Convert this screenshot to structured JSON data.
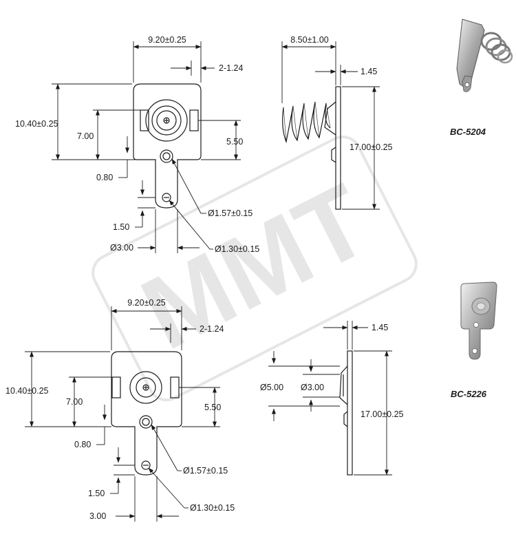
{
  "watermark": "MMT",
  "colors": {
    "line": "#1a1a1a",
    "watermark": "#e6e6e6"
  },
  "products": [
    {
      "caption": "BC-5204",
      "icon": "spring-battery-contact-icon"
    },
    {
      "caption": "BC-5226",
      "icon": "button-battery-contact-icon"
    }
  ],
  "top_drawing": {
    "front": {
      "width": "9.20±0.25",
      "offset": "2-1.24",
      "height": "10.40±0.25",
      "center_height": "7.00",
      "side_height": "5.50",
      "tab_gap": "0.80",
      "hole_large": "Ø1.57±0.15",
      "tab_length": "1.50",
      "tab_width": "Ø3.00",
      "hole_small": "Ø1.30±0.15"
    },
    "side": {
      "spring_length": "8.50±1.00",
      "thickness": "1.45",
      "plate_height": "17.00±0.25"
    }
  },
  "bottom_drawing": {
    "front": {
      "width": "9.20±0.25",
      "offset": "2-1.24",
      "height": "10.40±0.25",
      "center_height": "7.00",
      "side_height": "5.50",
      "tab_gap": "0.80",
      "hole_large": "Ø1.57±0.15",
      "tab_length": "1.50",
      "tab_width": "3.00",
      "hole_small": "Ø1.30±0.15"
    },
    "side": {
      "thickness": "1.45",
      "outer_diameter": "Ø5.00",
      "inner_diameter": "Ø3.00",
      "plate_height": "17.00±0.25"
    }
  }
}
